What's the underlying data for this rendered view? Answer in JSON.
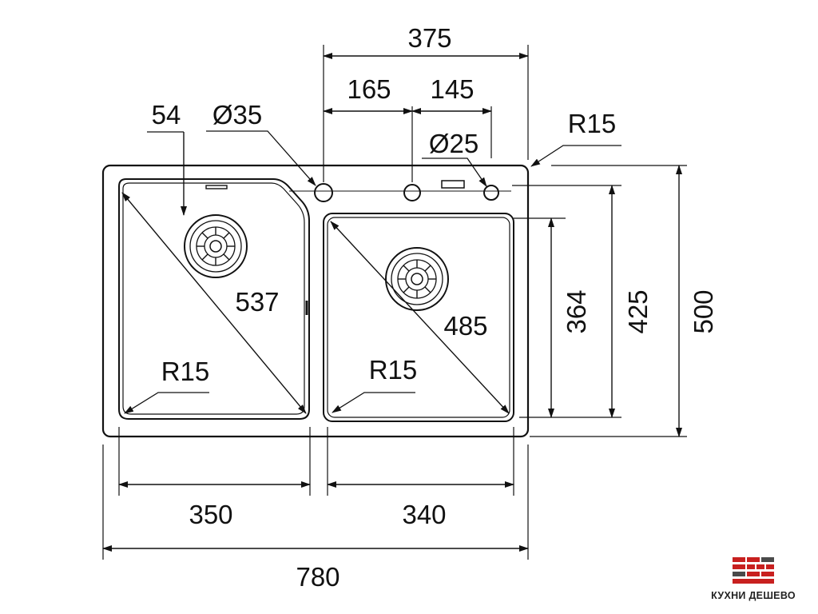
{
  "dimensions": {
    "top_total": "375",
    "top_left": "165",
    "top_right": "145",
    "offset": "54",
    "hole_large": "Ø35",
    "hole_small": "Ø25",
    "corner_outer": "R15",
    "diag_left": "537",
    "diag_right": "485",
    "corner_left": "R15",
    "corner_right": "R15",
    "height_bowl": "364",
    "height_inner": "425",
    "height_total": "500",
    "width_left": "350",
    "width_right": "340",
    "width_total": "780"
  },
  "logo": {
    "text": "КУХНИ ДЕШЕВО",
    "colors": {
      "red": "#c8201f",
      "dark": "#4a4a4a"
    }
  }
}
